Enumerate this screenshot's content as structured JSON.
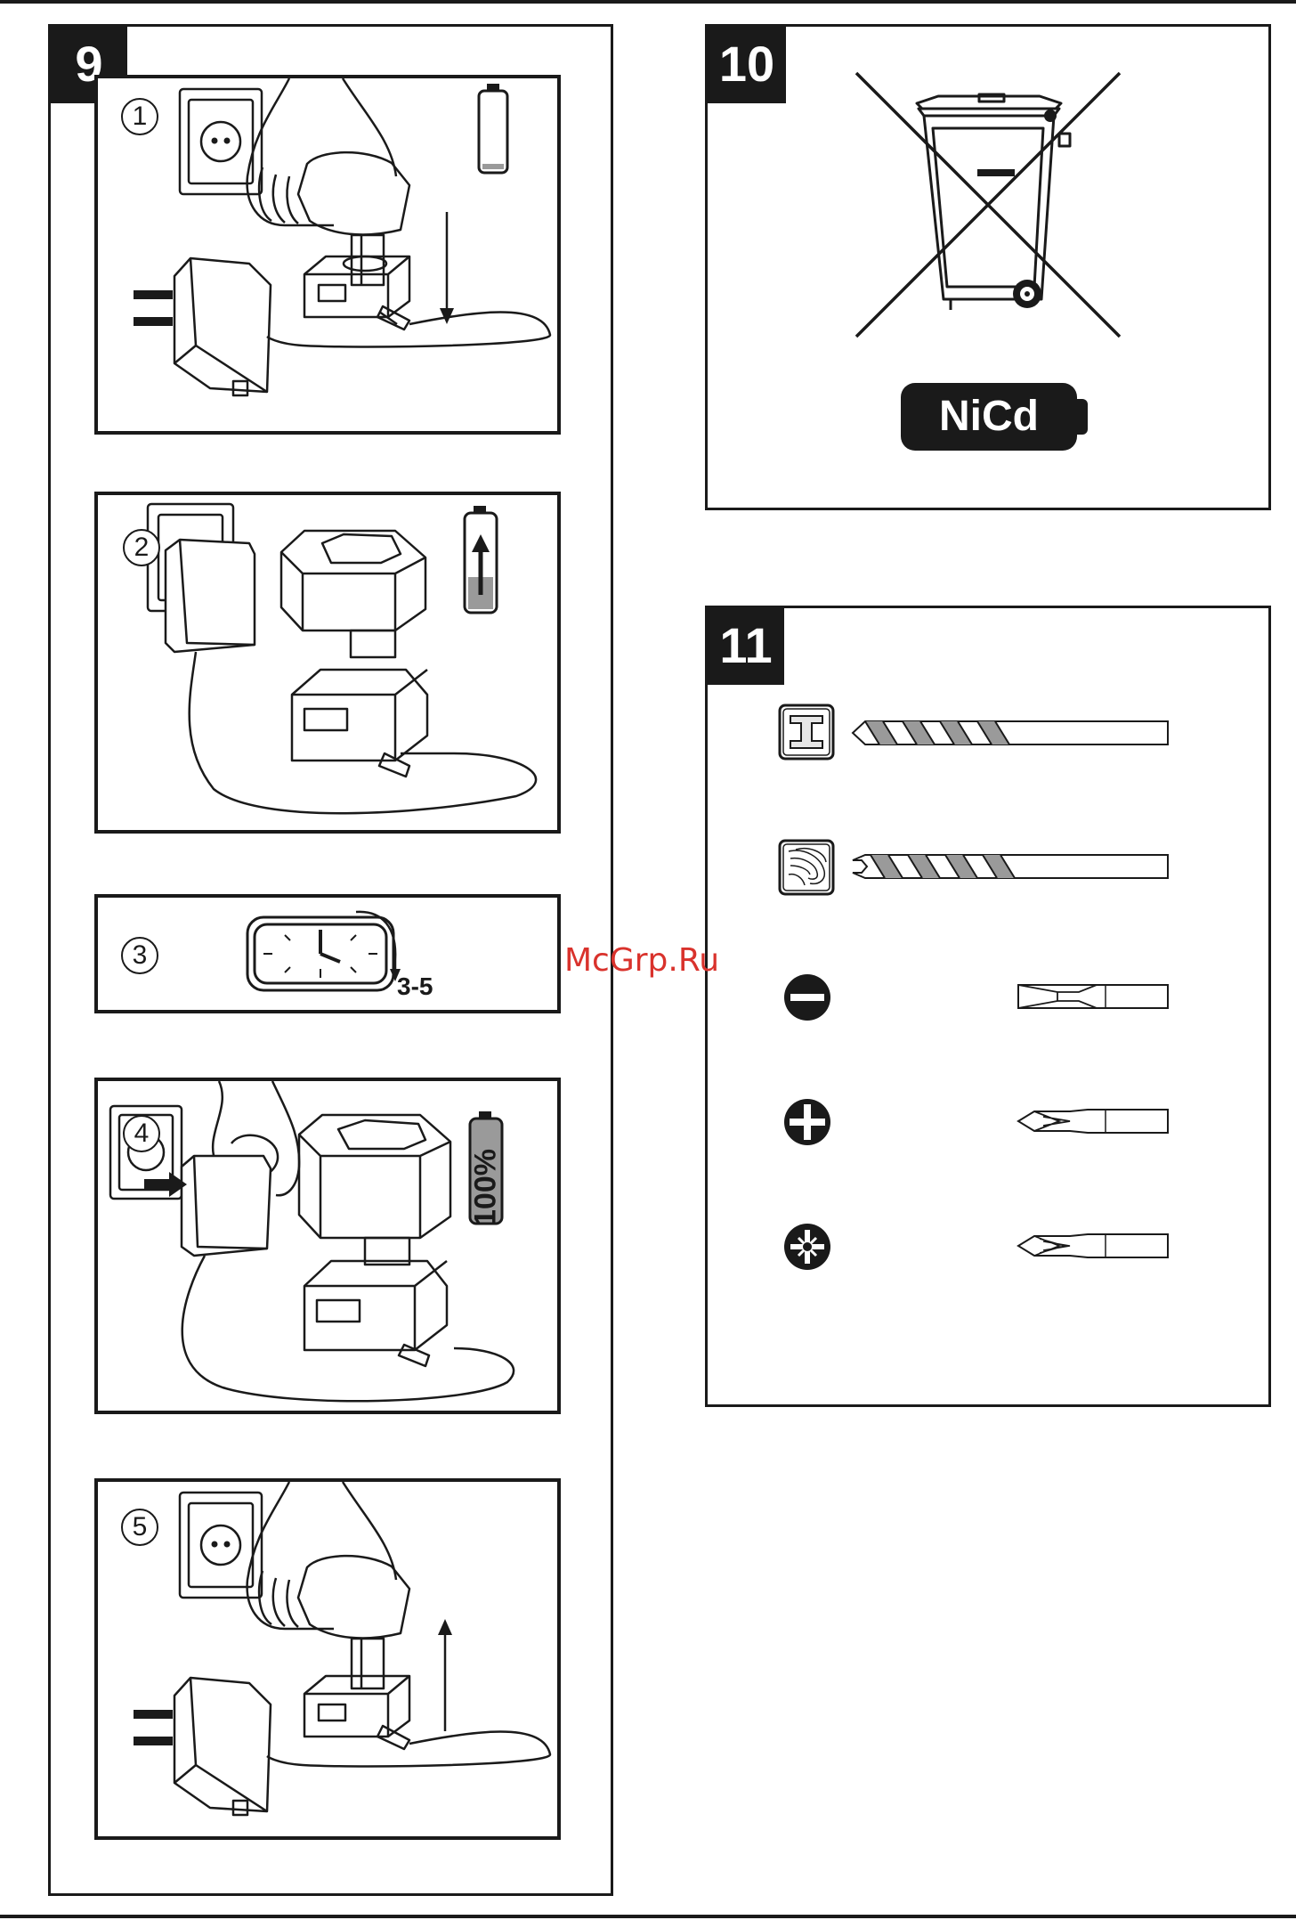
{
  "sections": {
    "s9": {
      "number": "9"
    },
    "s10": {
      "number": "10",
      "battery_label": "NiCd"
    },
    "s11": {
      "number": "11"
    }
  },
  "steps": [
    {
      "number": "1"
    },
    {
      "number": "2"
    },
    {
      "number": "3",
      "duration": "3-5"
    },
    {
      "number": "4",
      "battery_status": "100%"
    },
    {
      "number": "5"
    }
  ],
  "bits": [
    {
      "material_icon": "metal-beam-icon",
      "bit": "metal-drill-bit"
    },
    {
      "material_icon": "wood-grain-icon",
      "bit": "wood-drill-bit"
    },
    {
      "material_icon": "slotted-screw-icon",
      "bit": "slotted-screwdriver-bit"
    },
    {
      "material_icon": "phillips-screw-icon",
      "bit": "phillips-screwdriver-bit"
    },
    {
      "material_icon": "pozidriv-screw-icon",
      "bit": "pozidriv-screwdriver-bit"
    }
  ],
  "watermark": "McGrp.Ru",
  "colors": {
    "ink": "#1a1a1a",
    "watermark": "#d9322c",
    "battery_fill": "#9a9a9a"
  }
}
